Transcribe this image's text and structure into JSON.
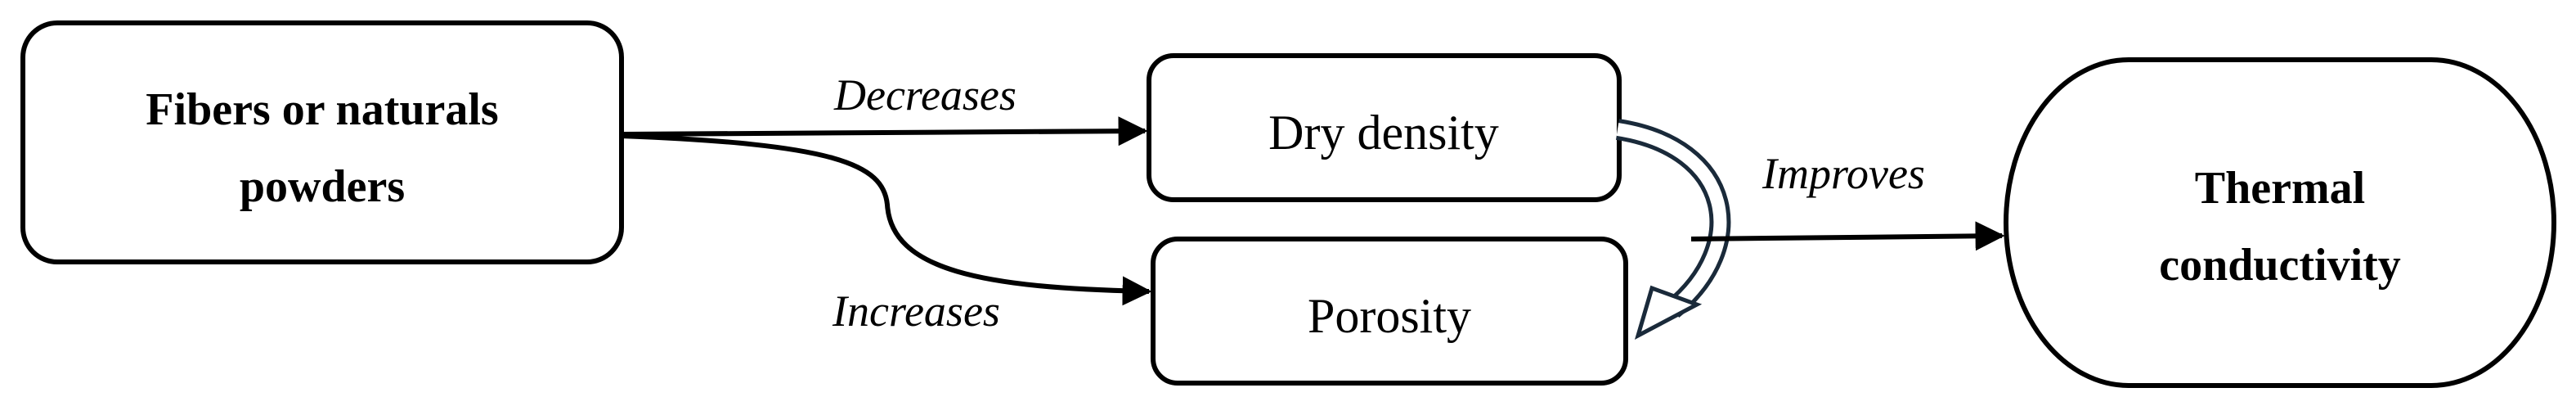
{
  "nodes": {
    "source": {
      "line1": "Fibers or naturals",
      "line2": "powders"
    },
    "dry_density": {
      "label": "Dry density"
    },
    "porosity": {
      "label": "Porosity"
    },
    "target": {
      "line1": "Thermal",
      "line2": "conductivity"
    }
  },
  "edges": {
    "decreases": "Decreases",
    "increases": "Increases",
    "improves": "Improves"
  },
  "colors": {
    "stroke": "#000000",
    "background": "#ffffff",
    "curved_arrow": "#1a2a3a"
  }
}
